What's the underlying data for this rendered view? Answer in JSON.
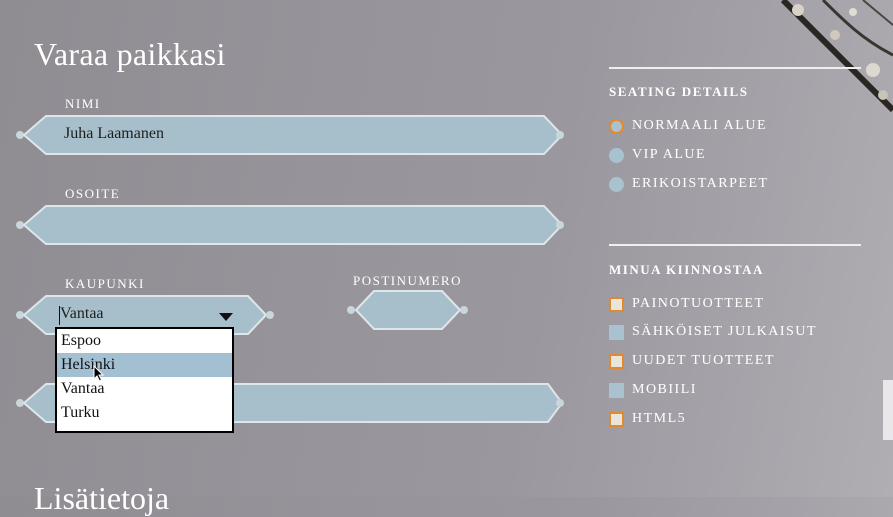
{
  "form": {
    "title": "Varaa paikkasi",
    "name_label": "NIMI",
    "name_value": "Juha Laamanen",
    "address_label": "OSOITE",
    "address_value": "",
    "city_label": "KAUPUNKI",
    "city_value": "Vantaa",
    "postal_label": "POSTINUMERO",
    "postal_value": ""
  },
  "city_dropdown": {
    "options": [
      "Espoo",
      "Helsinki",
      "Vantaa",
      "Turku"
    ],
    "highlighted": "Helsinki"
  },
  "seating": {
    "heading": "SEATING DETAILS",
    "options": [
      {
        "label": "NORMAALI ALUE",
        "selected": true
      },
      {
        "label": "VIP ALUE",
        "selected": false
      },
      {
        "label": "ERIKOISTARPEET",
        "selected": false
      }
    ]
  },
  "interests": {
    "heading": "MINUA KIINNOSTAA",
    "options": [
      {
        "label": "PAINOTUOTTEET",
        "style": "orange"
      },
      {
        "label": "SÄHKÖISET JULKAISUT",
        "style": "blue"
      },
      {
        "label": "UUDET TUOTTEET",
        "style": "orange"
      },
      {
        "label": "MOBIILI",
        "style": "blue"
      },
      {
        "label": "HTML5",
        "style": "orange"
      }
    ]
  },
  "bottom": {
    "title_partial": "Lisätietoja"
  },
  "colors": {
    "field_fill": "#a6bfcb",
    "field_stroke": "#dfe6ea",
    "accent_orange": "#e08a2e",
    "dropdown_highlight": "#a3c0d3"
  }
}
